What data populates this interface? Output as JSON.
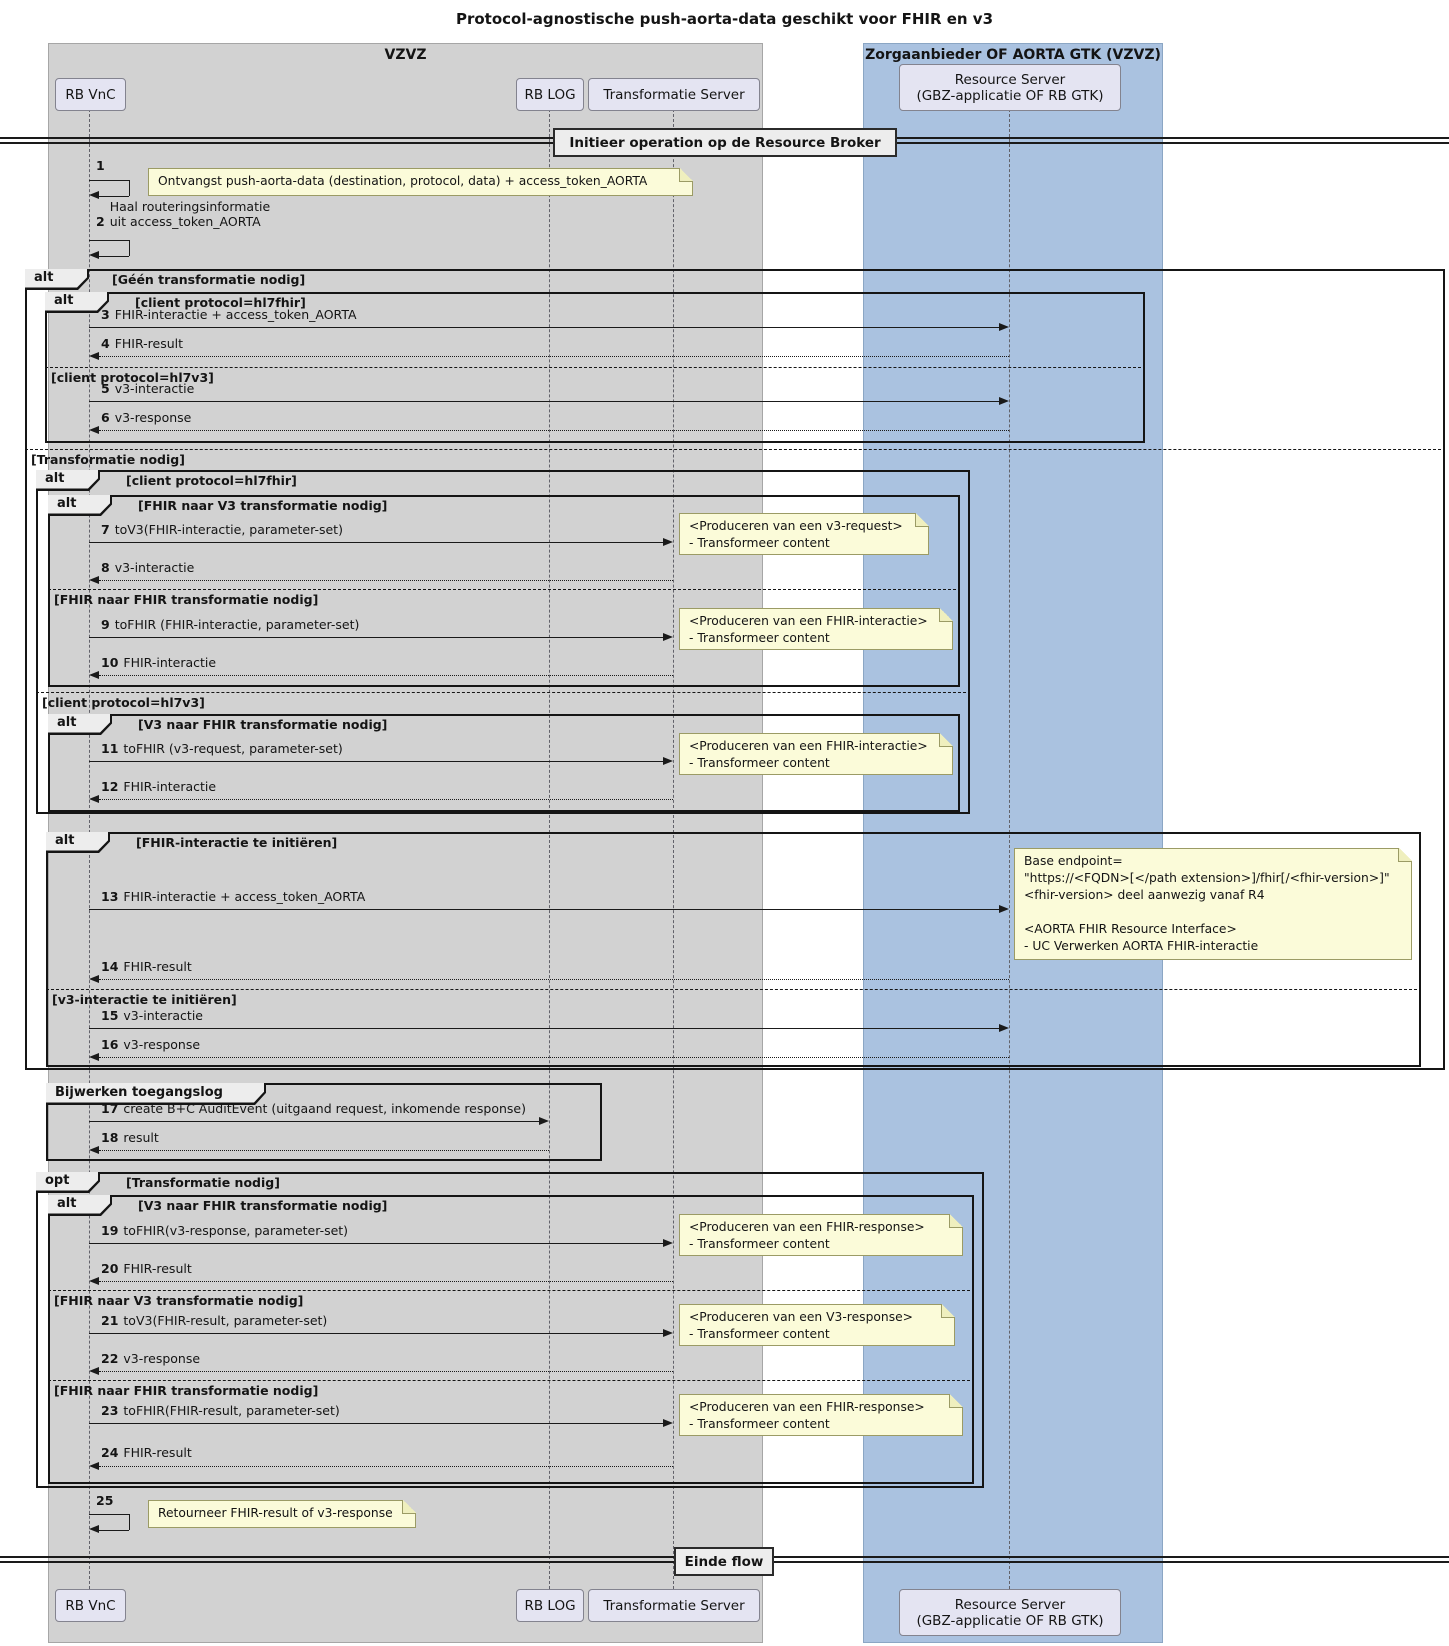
{
  "title": "Protocol-agnostische push-aorta-data geschikt voor FHIR en v3",
  "packages": {
    "vzvz": {
      "label": "VZVZ"
    },
    "zorgaanbieder": {
      "label": "Zorgaanbieder OF AORTA GTK (VZVZ)"
    }
  },
  "participants": {
    "rb_vnc": {
      "label": "RB VnC"
    },
    "rb_log": {
      "label": "RB LOG"
    },
    "transformatie_server": {
      "label": "Transformatie Server"
    },
    "resource_server": {
      "label": [
        "Resource Server",
        "(GBZ-applicatie OF RB GTK)"
      ]
    }
  },
  "dividers": {
    "start": {
      "label": "Initieer operation op de Resource Broker"
    },
    "einde": {
      "label": "Einde flow"
    }
  },
  "frames": {
    "alt_outer": {
      "keyword": "alt",
      "cond_a": "[Géén transformatie nodig]",
      "cond_b": "[Transformatie nodig]"
    },
    "alt_protocol1": {
      "keyword": "alt",
      "cond_a": "[client protocol=hl7fhir]",
      "cond_b": "[client protocol=hl7v3]"
    },
    "alt_transform1": {
      "keyword": "alt",
      "cond_a": "[FHIR naar V3 transformatie nodig]",
      "cond_b": "[FHIR naar FHIR transformatie nodig]"
    },
    "alt_protocol2": {
      "keyword": "alt",
      "cond_a": "[client protocol=hl7fhir]",
      "cond_b": "[client protocol=hl7v3]"
    },
    "alt_transform2": {
      "keyword": "alt",
      "cond_a": "[V3 naar FHIR transformatie nodig]"
    },
    "alt_initieer": {
      "keyword": "alt",
      "cond_a": "[FHIR-interactie te initiëren]",
      "cond_b": "[v3-interactie te initiëren]"
    },
    "group_log": {
      "keyword": "Bijwerken toegangslog"
    },
    "opt_transform": {
      "keyword": "opt",
      "cond_a": "[Transformatie nodig]"
    },
    "alt_response": {
      "keyword": "alt",
      "cond_a": "[V3 naar FHIR transformatie nodig]",
      "cond_b": "[FHIR naar V3 transformatie nodig]",
      "cond_c": "[FHIR naar FHIR transformatie nodig]"
    }
  },
  "messages": [
    {
      "num": "1",
      "text": ""
    },
    {
      "num": "2",
      "text": [
        "Haal routeringsinformatie",
        "uit access_token_AORTA"
      ]
    },
    {
      "num": "3",
      "text": "FHIR-interactie + access_token_AORTA"
    },
    {
      "num": "4",
      "text": "FHIR-result"
    },
    {
      "num": "5",
      "text": "v3-interactie"
    },
    {
      "num": "6",
      "text": "v3-response"
    },
    {
      "num": "7",
      "text": "toV3(FHIR-interactie, parameter-set)"
    },
    {
      "num": "8",
      "text": "v3-interactie"
    },
    {
      "num": "9",
      "text": "toFHIR (FHIR-interactie, parameter-set)"
    },
    {
      "num": "10",
      "text": "FHIR-interactie"
    },
    {
      "num": "11",
      "text": "toFHIR (v3-request, parameter-set)"
    },
    {
      "num": "12",
      "text": "FHIR-interactie"
    },
    {
      "num": "13",
      "text": "FHIR-interactie + access_token_AORTA"
    },
    {
      "num": "14",
      "text": "FHIR-result"
    },
    {
      "num": "15",
      "text": "v3-interactie"
    },
    {
      "num": "16",
      "text": "v3-response"
    },
    {
      "num": "17",
      "text": "create B+C AuditEvent (uitgaand request, inkomende response)"
    },
    {
      "num": "18",
      "text": "result"
    },
    {
      "num": "19",
      "text": "toFHIR(v3-response, parameter-set)"
    },
    {
      "num": "20",
      "text": "FHIR-result"
    },
    {
      "num": "21",
      "text": "toV3(FHIR-result, parameter-set)"
    },
    {
      "num": "22",
      "text": "v3-response"
    },
    {
      "num": "23",
      "text": "toFHIR(FHIR-result, parameter-set)"
    },
    {
      "num": "24",
      "text": "FHIR-result"
    },
    {
      "num": "25",
      "text": ""
    }
  ],
  "notes": {
    "n1": {
      "lines": [
        "Ontvangst push-aorta-data (destination, protocol, data) + access_token_AORTA"
      ]
    },
    "n7": {
      "lines": [
        "<Produceren van een v3-request>",
        "- Transformeer content"
      ]
    },
    "n9": {
      "lines": [
        "<Produceren van een FHIR-interactie>",
        "- Transformeer content"
      ]
    },
    "n11": {
      "lines": [
        "<Produceren van een FHIR-interactie>",
        "- Transformeer content"
      ]
    },
    "n13": {
      "lines": [
        "Base endpoint=",
        "\"https://<FQDN>[</path extension>]/fhir[/<fhir-version>]\"",
        "<fhir-version> deel aanwezig vanaf R4",
        "",
        "<AORTA FHIR Resource Interface>",
        "- UC Verwerken AORTA FHIR-interactie"
      ]
    },
    "n19": {
      "lines": [
        "<Produceren van een FHIR-response>",
        "- Transformeer content"
      ]
    },
    "n21": {
      "lines": [
        "<Produceren van een V3-response>",
        "- Transformeer content"
      ]
    },
    "n23": {
      "lines": [
        "<Produceren van een FHIR-response>",
        "- Transformeer content"
      ]
    },
    "n25": {
      "lines": [
        "Retourneer FHIR-result of v3-response"
      ]
    }
  },
  "colors": {
    "package_gray": "#d2d2d2",
    "package_blue": "#aac2e0",
    "participant_fill": "#e4e4f2",
    "note_fill": "#fbfbd9",
    "note_border": "#9b9b65",
    "frame_border": "#151515"
  }
}
